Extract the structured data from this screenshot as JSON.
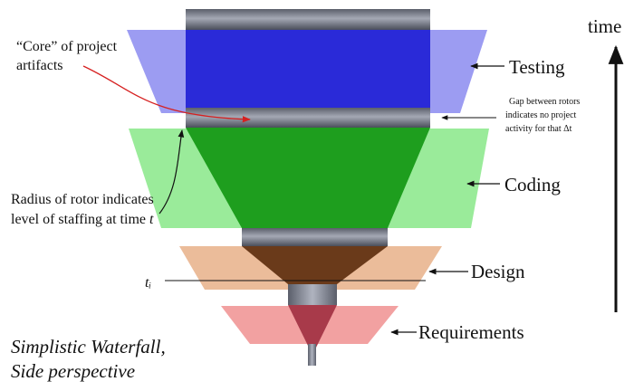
{
  "labels": {
    "time": "time",
    "testing": "Testing",
    "coding": "Coding",
    "design": "Design",
    "requirements": "Requirements",
    "core_line1": "“Core” of project",
    "core_line2": "artifacts",
    "gap_line1": "Gap between rotors",
    "gap_line2": "indicates no project",
    "gap_line3": "activity for that Δt",
    "radius_line1": "Radius of rotor indicates",
    "radius_line2": "level of staffing at time",
    "radius_t": "t",
    "ti": "tᵢ",
    "caption_line1": "Simplistic Waterfall,",
    "caption_line2": "Side perspective"
  },
  "colors": {
    "testing_rotor": "#8080ee",
    "coding_rotor": "#88e888",
    "design_rotor": "#e8b088",
    "requirements_rotor": "#f09090",
    "core_blue": "#2a2ad8",
    "core_green": "#1e9e1e",
    "core_brown": "#6a3a1a",
    "core_red": "#a83a4a",
    "gray_band": "#707480",
    "arrow_red": "#d62020"
  }
}
